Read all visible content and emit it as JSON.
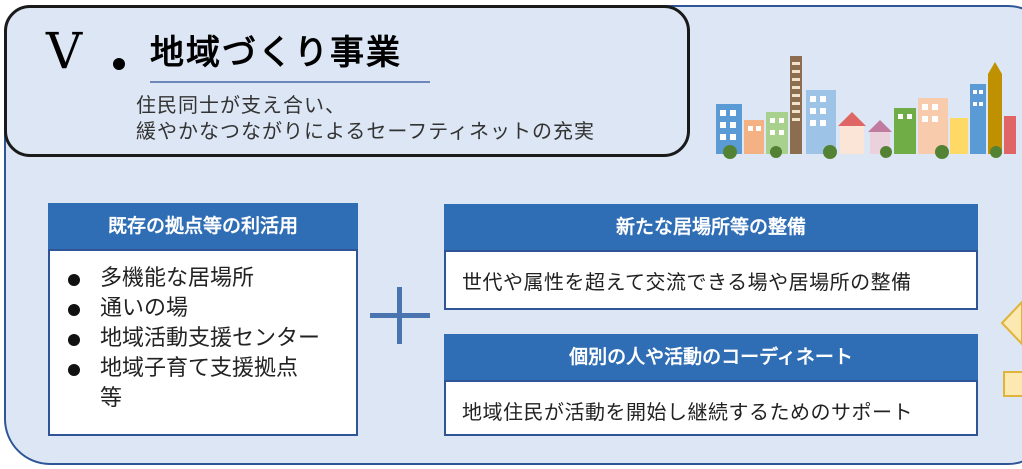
{
  "section": {
    "numeral": "V",
    "title": "地域づくり事業",
    "subtitle_lines": [
      "住民同士が支え合い、",
      "緩やかなつながりによるセーフティネットの充実"
    ]
  },
  "left_block": {
    "header": "既存の拠点等の利活用",
    "items": [
      "多機能な居場所",
      "通いの場",
      "地域活動支援センター",
      "地域子育て支援拠点"
    ],
    "items_continuation": "等"
  },
  "right_top": {
    "header": "新たな居場所等の整備",
    "body": "世代や属性を超えて交流できる場や居場所の整備"
  },
  "right_bottom": {
    "header": "個別の人や活動のコーディネート",
    "body": "地域住民が活動を開始し継続するためのサポート"
  },
  "colors": {
    "panel_bg": "#dce6f4",
    "header_blue": "#2f6db5",
    "border_blue": "#2f5597",
    "plus_blue": "#4a74b0"
  },
  "icons": [
    "city-skyline-illustration",
    "plus-icon"
  ]
}
